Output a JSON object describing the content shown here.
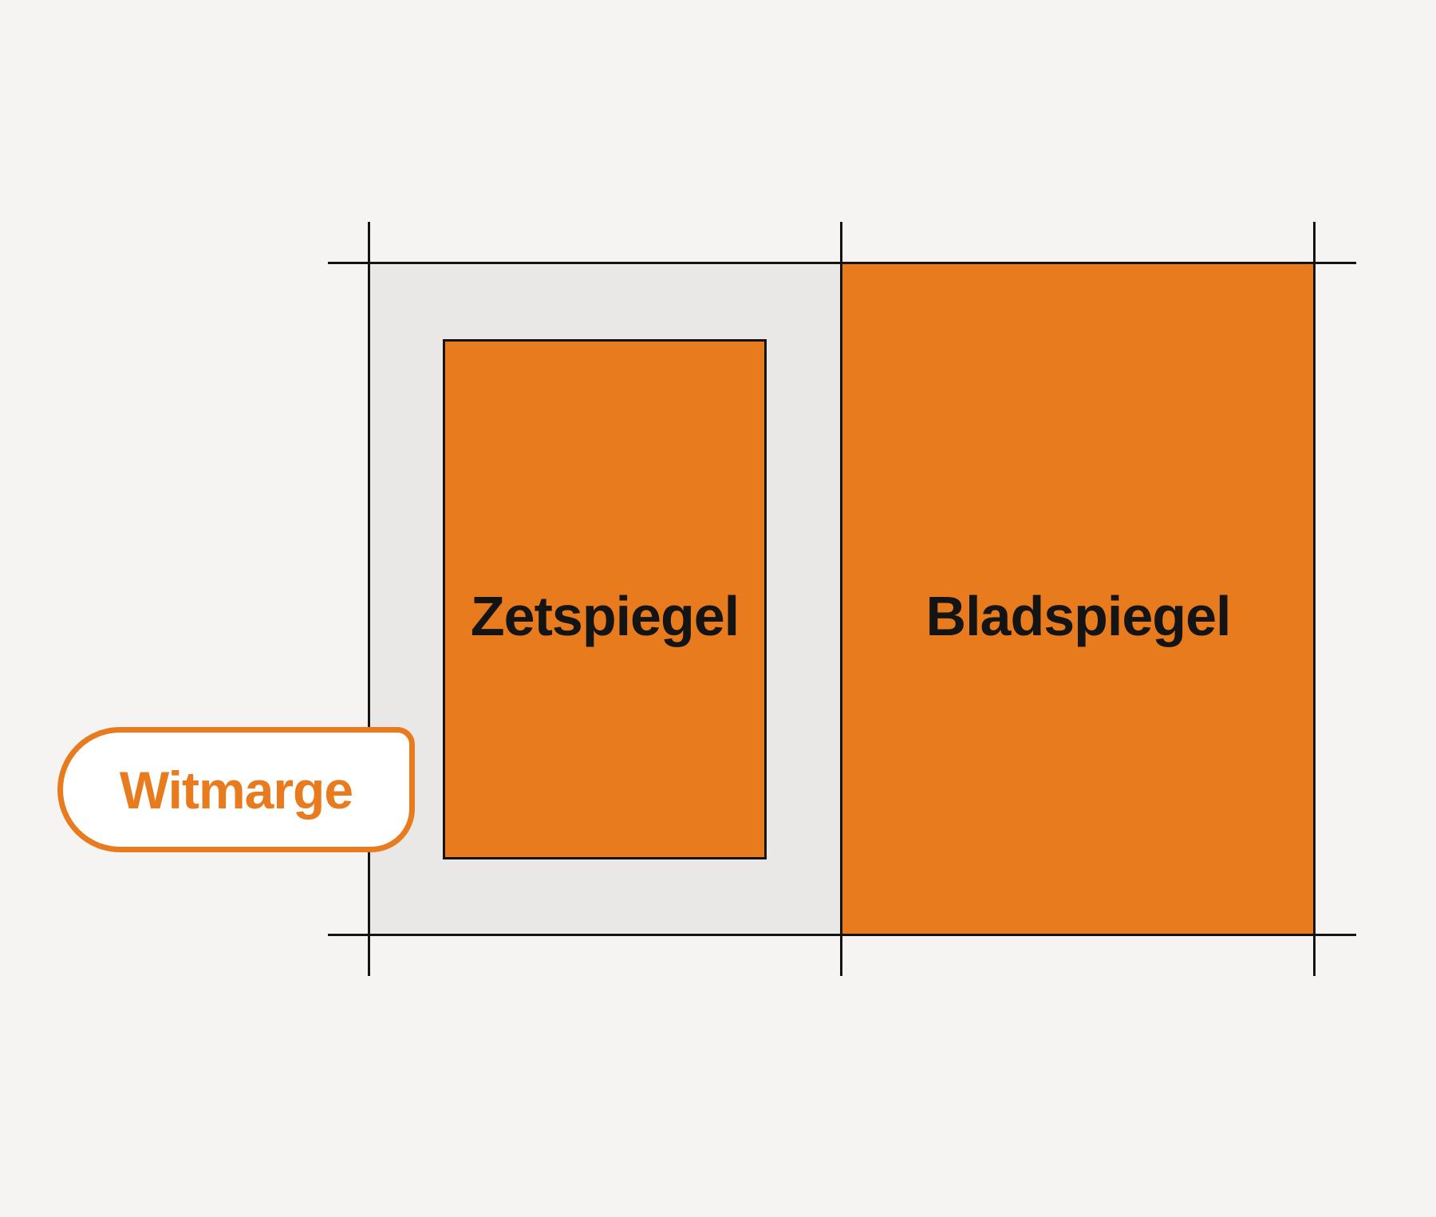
{
  "labels": {
    "zetspiegel": "Zetspiegel",
    "bladspiegel": "Bladspiegel",
    "witmarge": "Witmarge"
  },
  "colors": {
    "background": "#f5f4f2",
    "page": "#e9e8e6",
    "orange": "#e87b1e",
    "line": "#141414",
    "bubble-fill": "#ffffff"
  }
}
